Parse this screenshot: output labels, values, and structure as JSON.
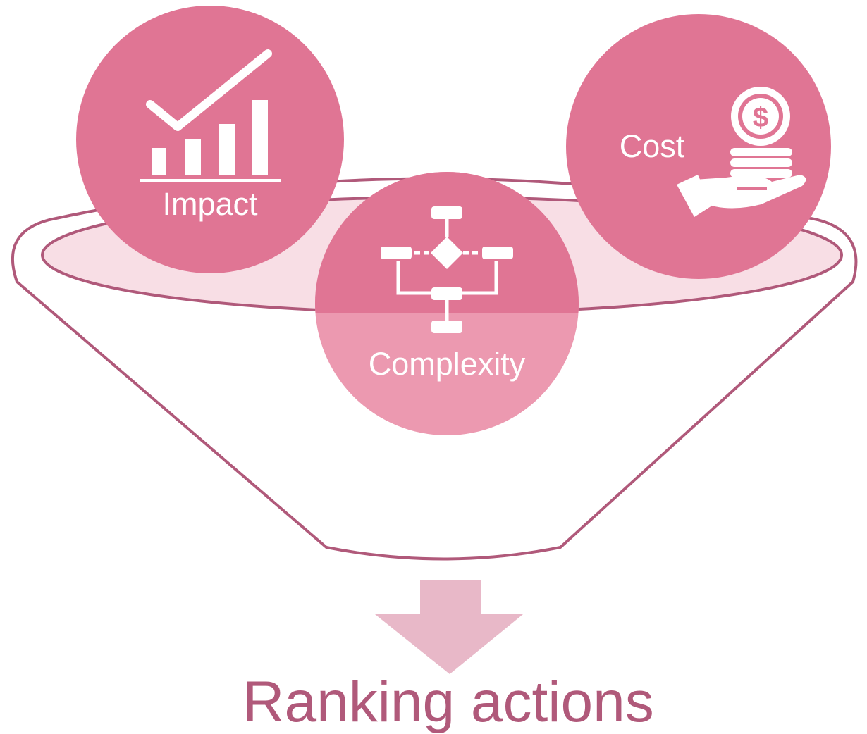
{
  "diagram": {
    "criteria": [
      {
        "id": "impact",
        "label": "Impact",
        "icon": "bar-chart-checkmark-icon"
      },
      {
        "id": "complexity",
        "label": "Complexity",
        "icon": "flowchart-icon"
      },
      {
        "id": "cost",
        "label": "Cost",
        "icon": "hand-with-coins-icon"
      }
    ],
    "result_label": "Ranking actions"
  },
  "colors": {
    "circle_fill": "#E07594",
    "circle_lower_fill": "#EC99B0",
    "funnel_outline": "#B0597A",
    "funnel_mouth_fill": "#F8DEE5",
    "arrow_fill": "#E8B8C8",
    "result_text": "#B0597A",
    "icon_fill": "#FFFFFF"
  }
}
